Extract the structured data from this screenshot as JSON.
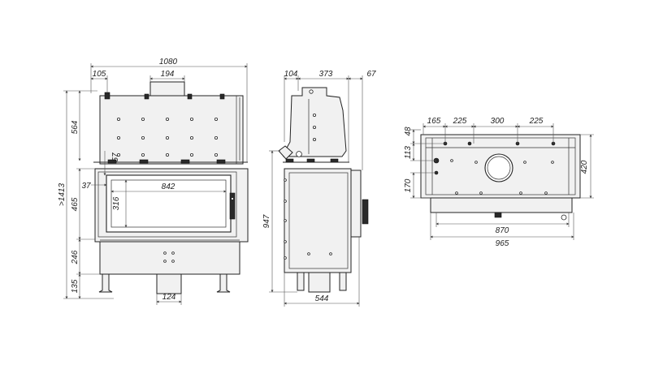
{
  "front_view": {
    "width_total": "1080",
    "left_offset": "105",
    "flue_width": "194",
    "height_top": "564",
    "height_total": ">1413",
    "height_door": "465",
    "height_base": "246",
    "height_legs": "135",
    "frame_top": "57",
    "frame_side": "37",
    "glass_width": "842",
    "glass_height": "316",
    "bottom_inlet": "124"
  },
  "side_view": {
    "back_offset": "104",
    "depth_top": "373",
    "front_overhang": "67",
    "height": "947",
    "depth_bottom": "544"
  },
  "top_view": {
    "spacing_1": "165",
    "spacing_2": "225",
    "spacing_3": "300",
    "spacing_4": "225",
    "offset_top": "48",
    "offset_mid": "113",
    "offset_low": "170",
    "depth": "420",
    "width_inner": "870",
    "width_outer": "965"
  }
}
